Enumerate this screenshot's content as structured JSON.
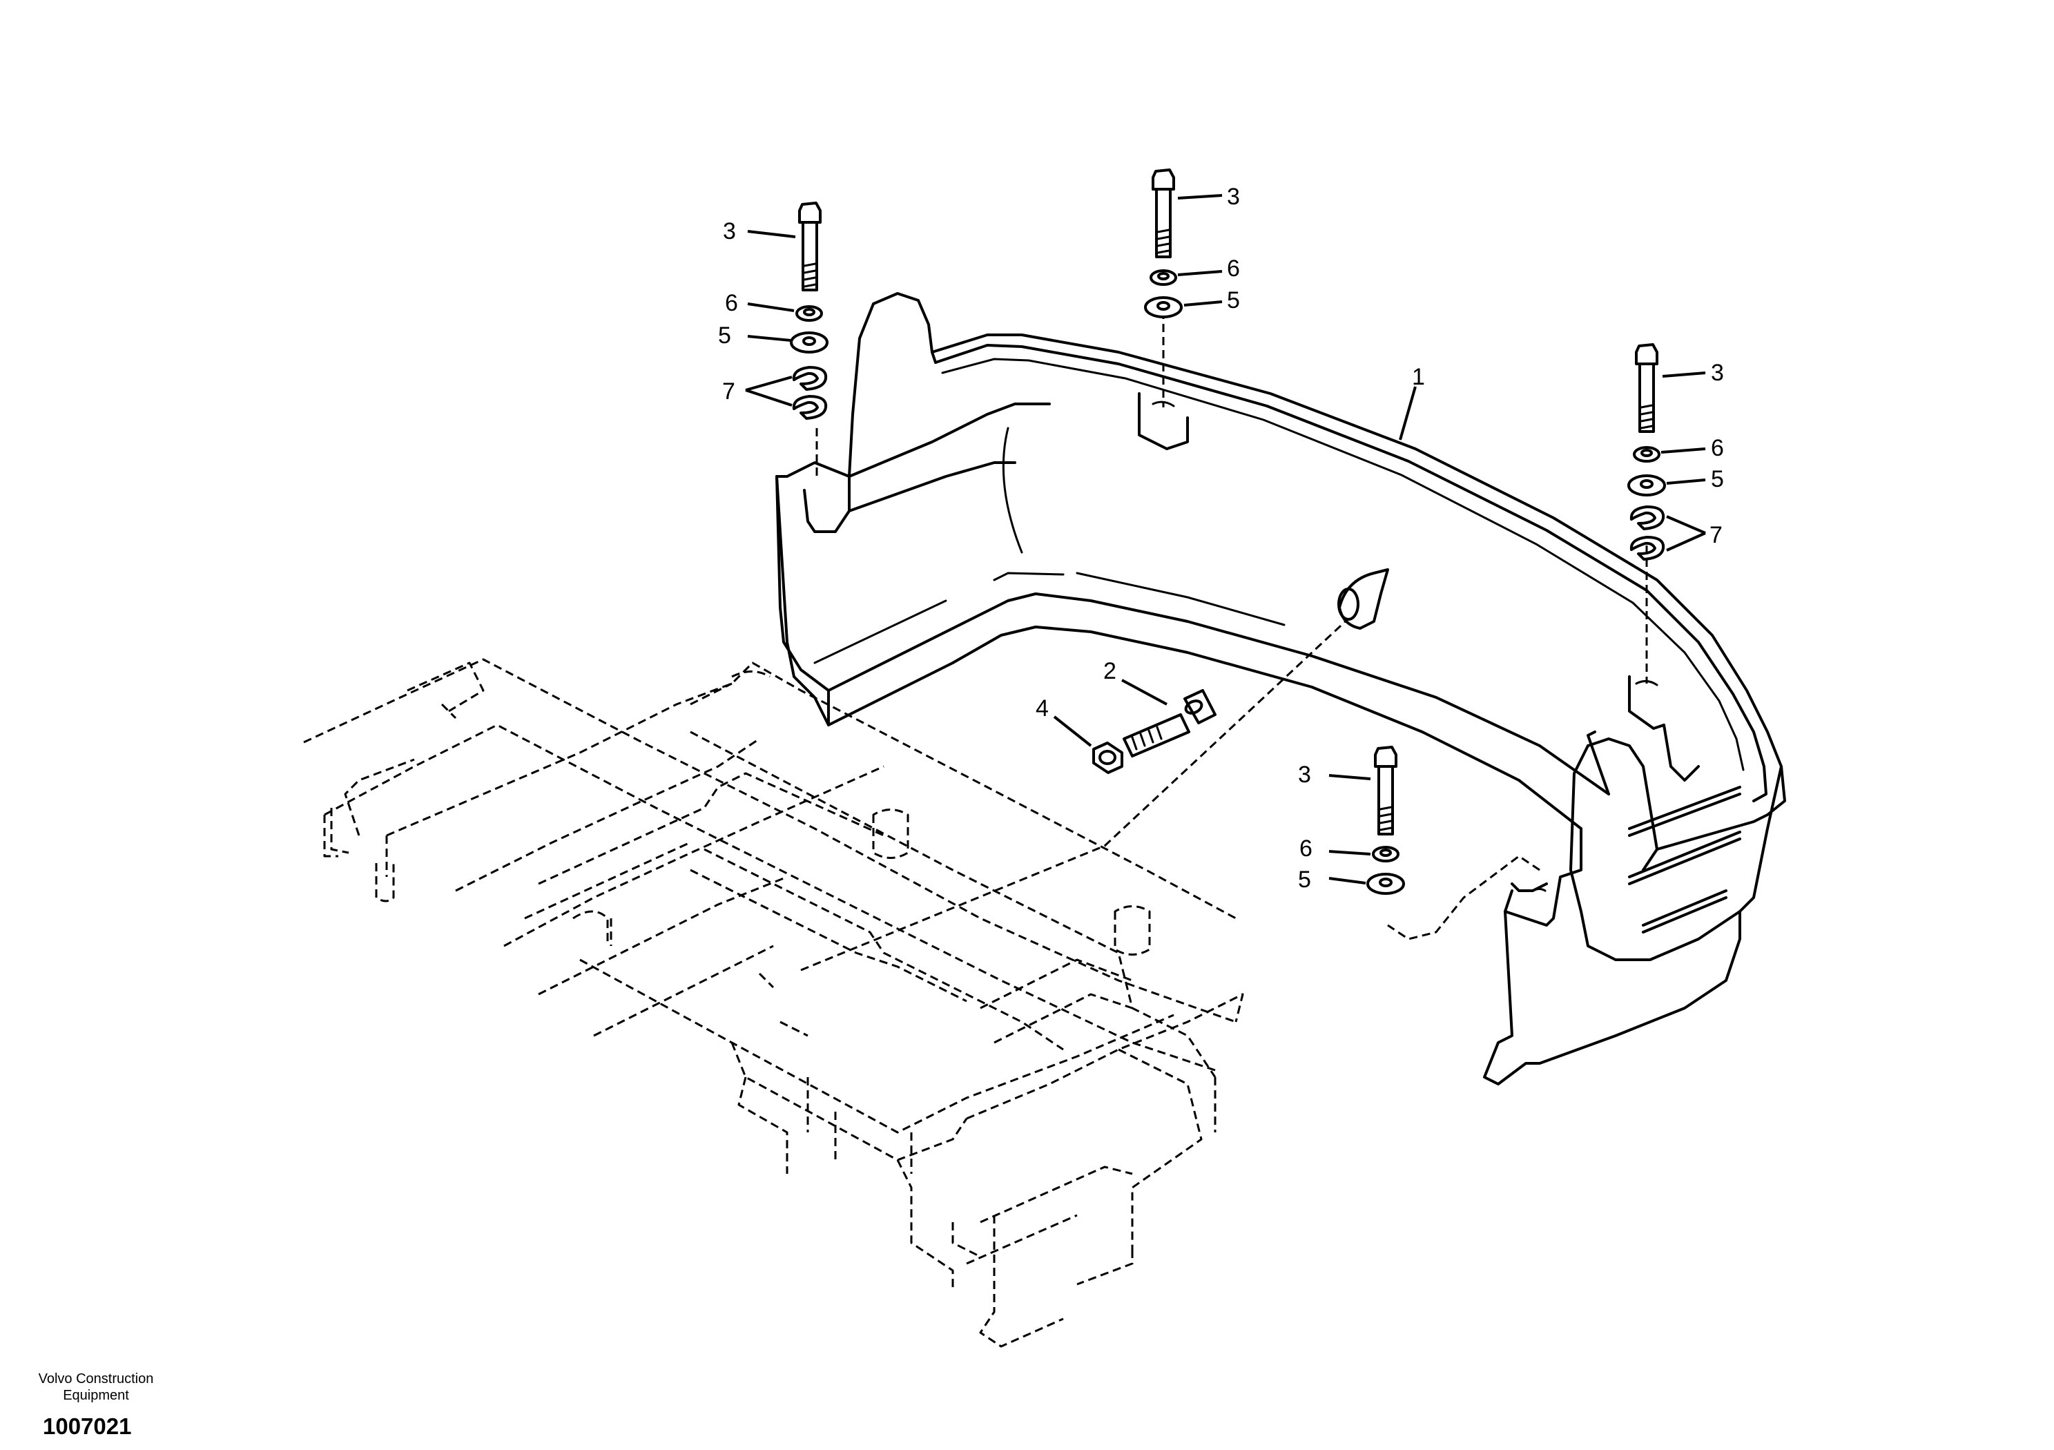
{
  "diagram": {
    "callouts": [
      "1",
      "2",
      "3",
      "3",
      "3",
      "3",
      "4",
      "5",
      "5",
      "5",
      "5",
      "6",
      "6",
      "6",
      "6",
      "7",
      "7"
    ]
  },
  "footer": {
    "brand_line1": "Volvo Construction",
    "brand_line2": "Equipment",
    "drawing_number": "1007021"
  }
}
